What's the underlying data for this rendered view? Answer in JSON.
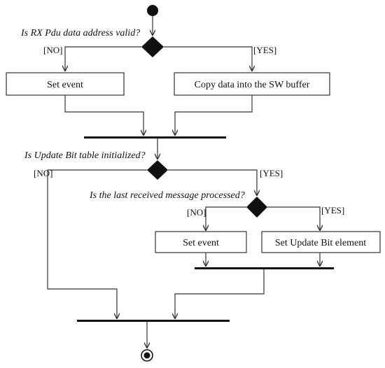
{
  "decisions": {
    "rx_pdu_valid": "Is RX Pdu data address valid?",
    "update_bit_initialized": "Is Update Bit table initialized?",
    "last_message_processed": "Is the last received message processed?"
  },
  "guards": {
    "no": "[NO]",
    "yes": "[YES]"
  },
  "actions": {
    "set_event_1": "Set event",
    "copy_data": "Copy data into the SW buffer",
    "set_event_2": "Set event",
    "set_update_bit": "Set Update Bit element"
  }
}
